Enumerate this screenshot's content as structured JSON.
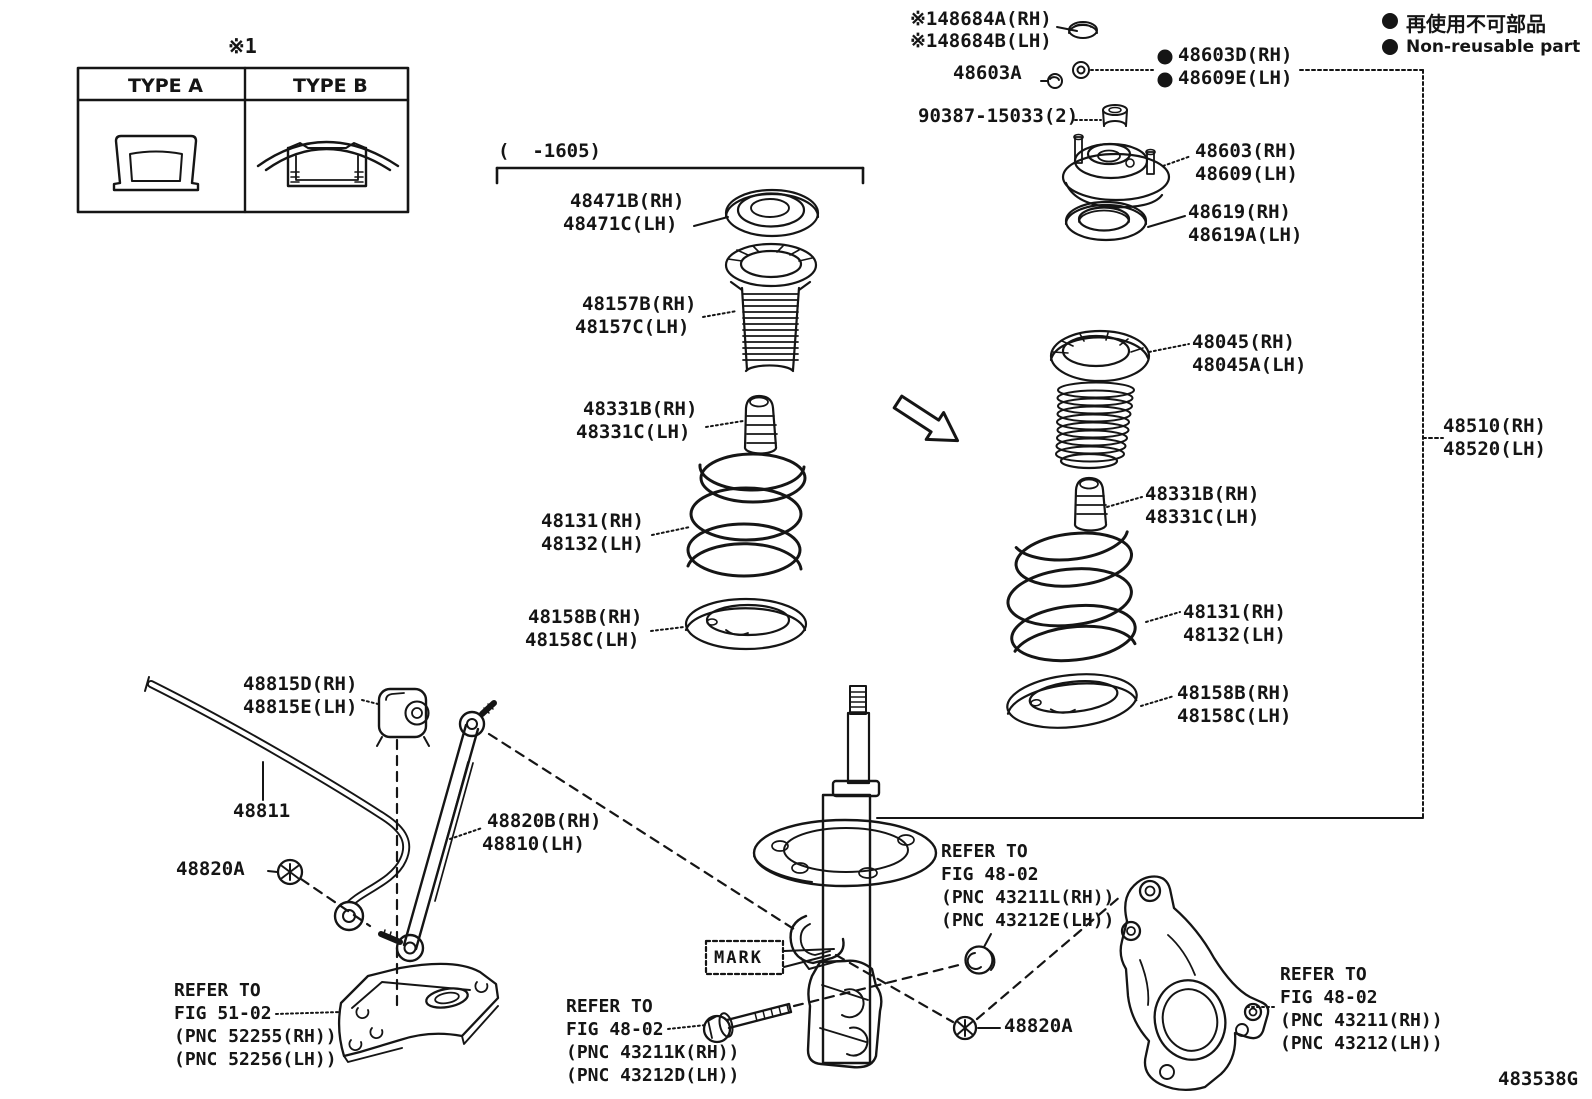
{
  "ink": "#151515",
  "background": "#ffffff",
  "diagram_code": "483538G",
  "footnote_table": {
    "marker": "※1",
    "col_a": "TYPE A",
    "col_b": "TYPE B"
  },
  "nonreusable_legend": {
    "jp": "再使用不可部品",
    "en": "Non-reusable part"
  },
  "production_range": "(  -1605)",
  "mark_callout": "MARK",
  "labels": {
    "cap": {
      "l1": "※148684A(RH)",
      "l2": "※148684B(LH)"
    },
    "support_nut": {
      "l1": "48603A"
    },
    "support_sub": {
      "l1": "48603D(RH)",
      "l2": "48609E(LH)"
    },
    "washer_bolt": {
      "l1": "90387-15033(2)"
    },
    "support": {
      "l1": "48603(RH)",
      "l2": "48609(LH)"
    },
    "bearing": {
      "l1": "48619(RH)",
      "l2": "48619A(LH)"
    },
    "upper_insulator": {
      "l1": "48471B(RH)",
      "l2": "48471C(LH)"
    },
    "dust_cover_left": {
      "l1": "48157B(RH)",
      "l2": "48157C(LH)"
    },
    "bumper_left": {
      "l1": "48331B(RH)",
      "l2": "48331C(LH)"
    },
    "spring_left": {
      "l1": "48131(RH)",
      "l2": "48132(LH)"
    },
    "lower_insulator_left": {
      "l1": "48158B(RH)",
      "l2": "48158C(LH)"
    },
    "dust_cover_right": {
      "l1": "48045(RH)",
      "l2": "48045A(LH)"
    },
    "bumper_right": {
      "l1": "48331B(RH)",
      "l2": "48331C(LH)"
    },
    "spring_right": {
      "l1": "48131(RH)",
      "l2": "48132(LH)"
    },
    "lower_insulator_right": {
      "l1": "48158B(RH)",
      "l2": "48158C(LH)"
    },
    "shock_absorber": {
      "l1": "48510(RH)",
      "l2": "48520(LH)"
    },
    "stab_bushing": {
      "l1": "48815D(RH)",
      "l2": "48815E(LH)"
    },
    "stab_bar": {
      "l1": "48811"
    },
    "stab_link": {
      "l1": "48820B(RH)",
      "l2": "48810(LH)"
    },
    "link_nut_left": {
      "l1": "48820A"
    },
    "link_nut_right": {
      "l1": "48820A"
    }
  },
  "references": {
    "fig5102": [
      "REFER TO",
      "FIG 51-02",
      "(PNC 52255(RH))",
      "(PNC 52256(LH))"
    ],
    "fig4802k": [
      "REFER TO",
      "FIG 48-02",
      "(PNC 43211K(RH))",
      "(PNC 43212D(LH))"
    ],
    "fig4802l": [
      "REFER TO",
      "FIG 48-02",
      "(PNC 43211L(RH))",
      "(PNC 43212E(LH))"
    ],
    "fig4802": [
      "REFER TO",
      "FIG 48-02",
      "(PNC 43211(RH))",
      "(PNC 43212(LH))"
    ]
  }
}
